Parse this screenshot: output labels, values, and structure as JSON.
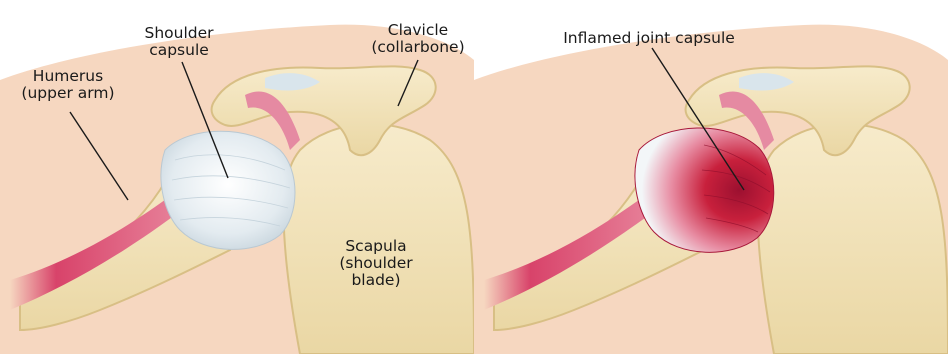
{
  "colors": {
    "skin": "#f6d7c0",
    "bone": "#f2e3bd",
    "bone_shade": "#dcc48c",
    "capsule_healthy": "#e8eef2",
    "capsule_inflamed": "#c8203c",
    "muscle": "#d8436a",
    "leader_line": "#1a1a1a"
  },
  "left_panel": {
    "humerus": {
      "line1": "Humerus",
      "line2": "(upper arm)"
    },
    "capsule": {
      "line1": "Shoulder",
      "line2": "capsule"
    },
    "clavicle": {
      "line1": "Clavicle",
      "line2": "(collarbone)"
    },
    "scapula": {
      "line1": "Scapula",
      "line2": "(shoulder",
      "line3": "blade)"
    }
  },
  "right_panel": {
    "inflamed": {
      "line1": "Inflamed joint capsule"
    }
  }
}
